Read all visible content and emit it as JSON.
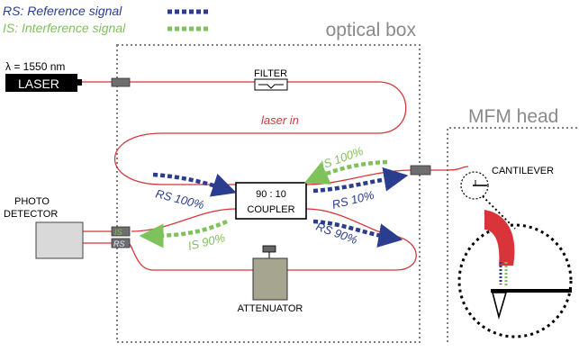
{
  "legend": {
    "rs": "RS: Reference signal",
    "is": "IS: Interference signal"
  },
  "boxes": {
    "optical_box": "optical box",
    "mfm_head": "MFM head"
  },
  "components": {
    "wavelength": "λ = 1550 nm",
    "laser": "LASER",
    "filter": "FILTER",
    "laser_in": "laser in",
    "photo_detector_line1": "PHOTO",
    "photo_detector_line2": "DETECTOR",
    "coupler_line1": "90 : 10",
    "coupler_line2": "COUPLER",
    "attenuator": "ATTENUATOR",
    "cantilever": "CANTILEVER",
    "port_is": "IS",
    "port_rs": "RS"
  },
  "signals": {
    "rs_100": "RS 100%",
    "is_100": "IS 100%",
    "rs_10": "RS 10%",
    "is_90": "IS 90%",
    "rs_90": "RS 90%"
  },
  "colors": {
    "fiber": "#d8343a",
    "rs_blue": "#2a3d8f",
    "is_green": "#7fc15a",
    "box_border": "#808080",
    "component_fill": "#d9d9d9",
    "attenuator_fill": "#a6a58f",
    "tip_red": "#d8343a"
  }
}
